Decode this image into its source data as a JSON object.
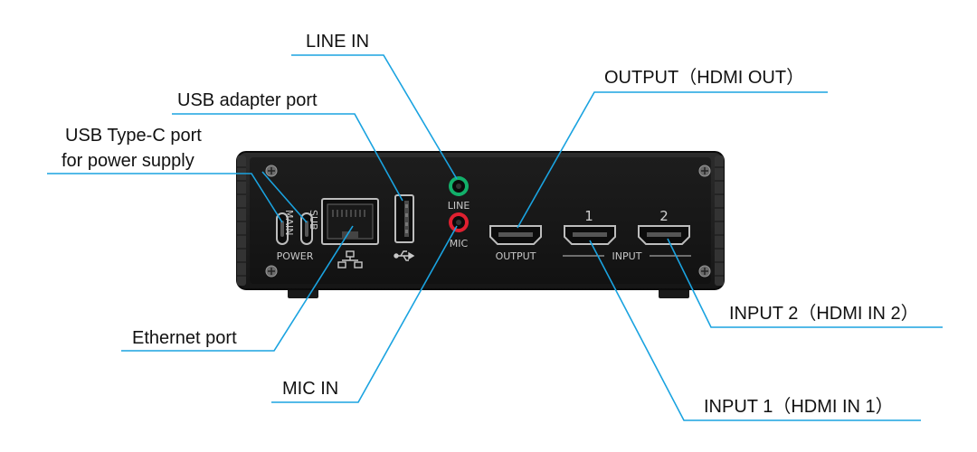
{
  "colors": {
    "leader": "#1aa3e0",
    "device_body": "#202020",
    "device_face": "#161616",
    "line_jack": "#12b06a",
    "mic_jack": "#e02030"
  },
  "callouts": {
    "line_in": "LINE IN",
    "usb_adapter": "USB adapter port",
    "usb_c_line1": "USB Type-C port",
    "usb_c_line2": "for power supply",
    "output": "OUTPUT（HDMI OUT）",
    "ethernet": "Ethernet port",
    "mic_in": "MIC IN",
    "input2": "INPUT 2（HDMI IN 2）",
    "input1": "INPUT 1（HDMI IN 1）"
  },
  "panel_labels": {
    "main": "MAIN",
    "sub": "SUB",
    "power": "POWER",
    "line": "LINE",
    "mic": "MIC",
    "output": "OUTPUT",
    "input": "INPUT",
    "input_1": "1",
    "input_2": "2"
  },
  "icons": {
    "ethernet": "network-icon",
    "usb": "usb-icon"
  }
}
